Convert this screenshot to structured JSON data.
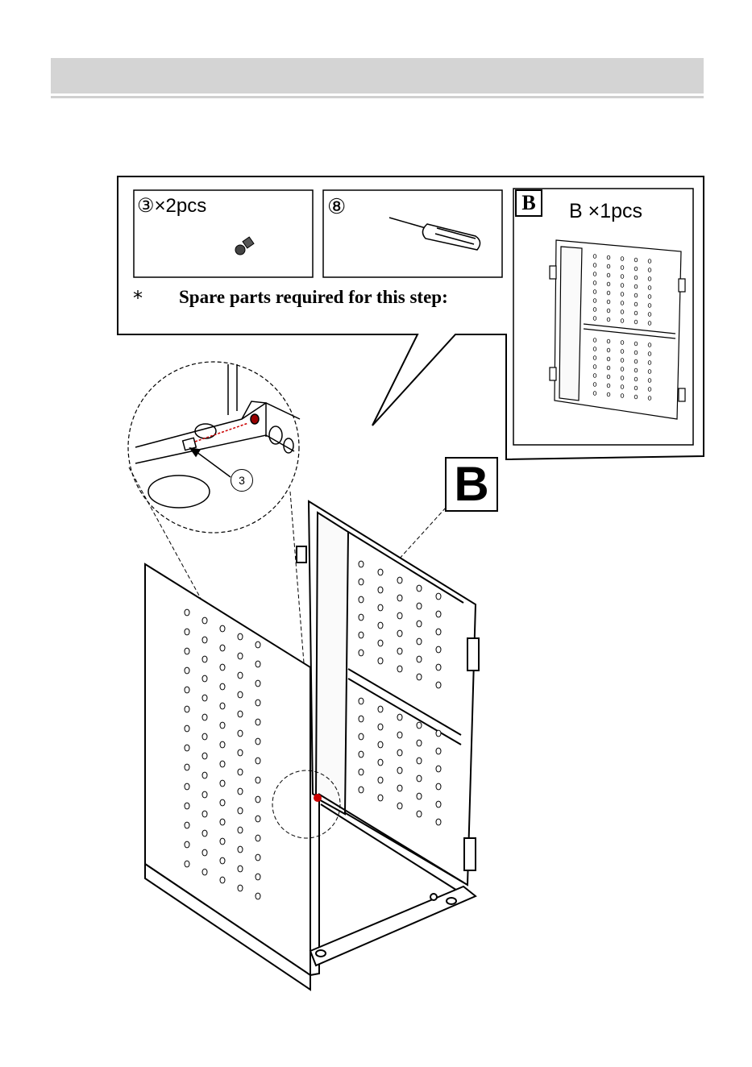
{
  "parts_box": {
    "screw_qty": "③×2pcs",
    "tool_number": "⑧",
    "panel_letter": "B",
    "panel_qty": "B ×1pcs",
    "spare_marker": "*",
    "spare_note": "Spare parts required for this step:"
  },
  "diagram": {
    "callout_part": "3",
    "panel_label": "B"
  },
  "icons": {
    "screw": "screw-icon",
    "screwdriver": "screwdriver-icon",
    "panel": "panel-b-icon"
  }
}
